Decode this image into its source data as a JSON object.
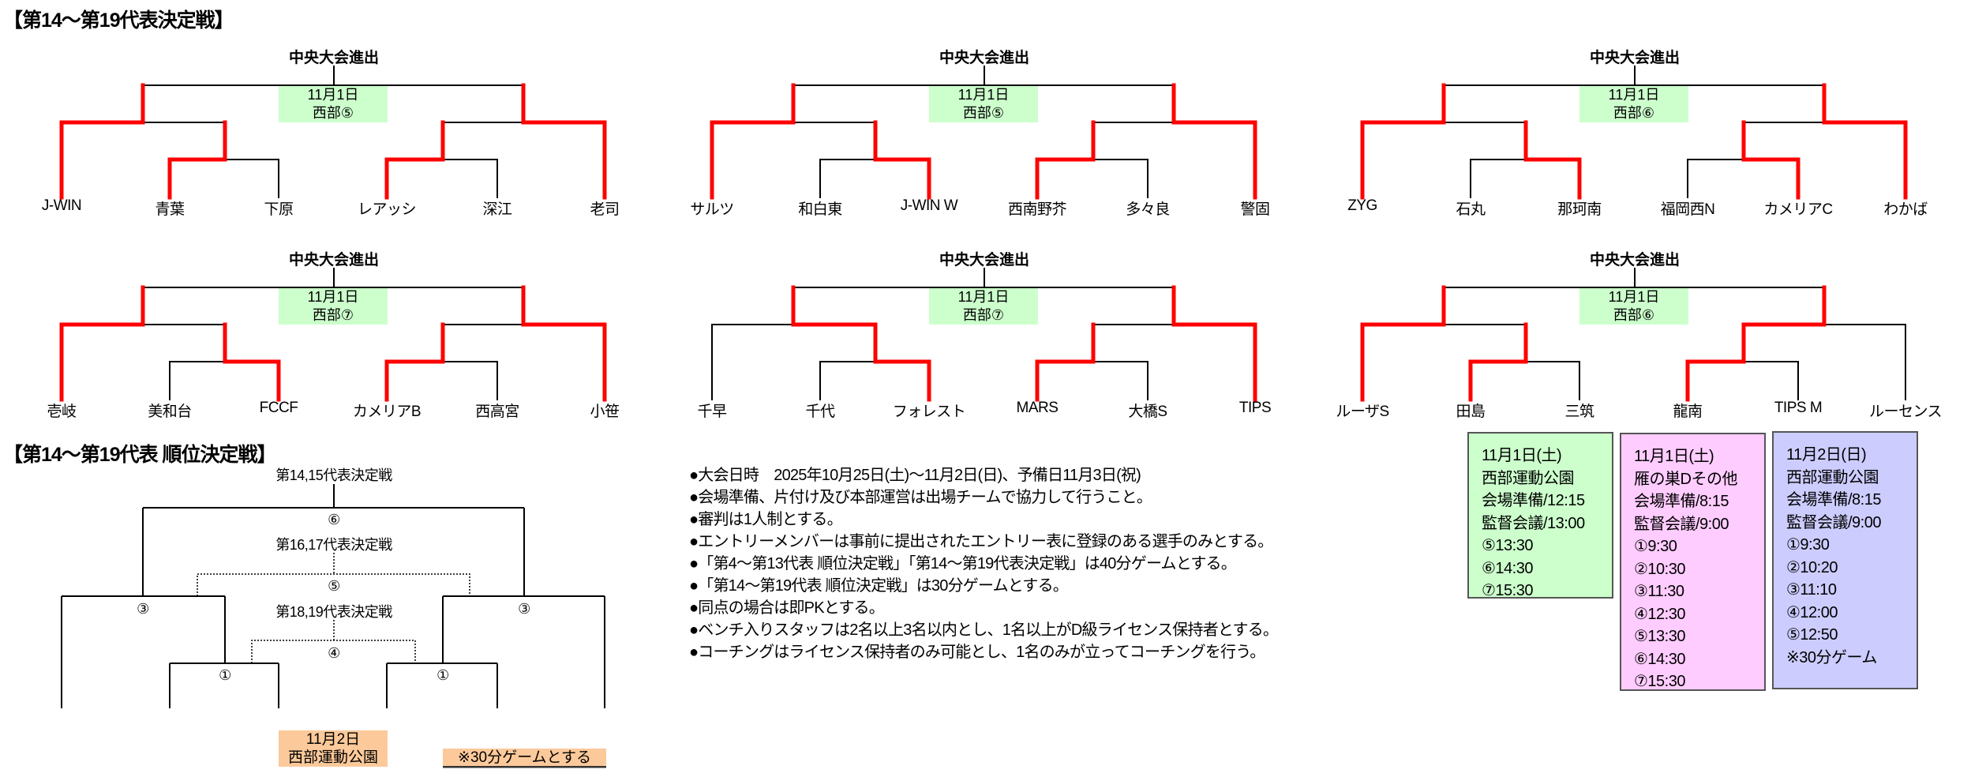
{
  "title_main": "【第14～第19代表決定戦】",
  "brackets": [
    {
      "advance_label": "中央大会進出",
      "box_date": "11月1日",
      "box_venue": "西部⑤",
      "teams": [
        "J-WIN",
        "青葉",
        "下原",
        "レアッシ",
        "深江",
        "老司"
      ],
      "pair_left_winner": "青葉",
      "semi_left_winner": "J-WIN",
      "pair_right_winner": "レアッシ",
      "semi_right_winner": "老司"
    },
    {
      "advance_label": "中央大会進出",
      "box_date": "11月1日",
      "box_venue": "西部⑤",
      "teams": [
        "サルツ",
        "和白東",
        "J-WIN W",
        "西南野芥",
        "多々良",
        "警固"
      ],
      "pair_left_winner": "J-WIN W",
      "semi_left_winner": "サルツ",
      "pair_right_winner": "西南野芥",
      "semi_right_winner": "警固"
    },
    {
      "advance_label": "中央大会進出",
      "box_date": "11月1日",
      "box_venue": "西部⑥",
      "teams": [
        "ZYG",
        "石丸",
        "那珂南",
        "福岡西N",
        "カメリアC",
        "わかば"
      ],
      "pair_left_winner": "那珂南",
      "semi_left_winner": "ZYG",
      "pair_right_winner": "カメリアC",
      "semi_right_winner": "わかば"
    },
    {
      "advance_label": "中央大会進出",
      "box_date": "11月1日",
      "box_venue": "西部⑦",
      "teams": [
        "壱岐",
        "美和台",
        "FCCF",
        "カメリアB",
        "西高宮",
        "小笹"
      ],
      "pair_left_winner": "FCCF",
      "semi_left_winner": "壱岐",
      "pair_right_winner": "カメリアB",
      "semi_right_winner": "小笹"
    },
    {
      "advance_label": "中央大会進出",
      "box_date": "11月1日",
      "box_venue": "西部⑦",
      "teams": [
        "千早",
        "千代",
        "フォレスト",
        "MARS",
        "大橋S",
        "TIPS"
      ],
      "pair_left_winner": "フォレスト",
      "semi_left_winner": "フォレスト",
      "pair_right_winner": "MARS",
      "semi_right_winner": "TIPS"
    },
    {
      "advance_label": "中央大会進出",
      "box_date": "11月1日",
      "box_venue": "西部⑥",
      "teams": [
        "ルーザS",
        "田島",
        "三筑",
        "龍南",
        "TIPS M",
        "ルーセンス"
      ],
      "pair_left_winner": "田島",
      "semi_left_winner": "ルーザS",
      "pair_right_winner": "龍南",
      "semi_right_winner": "龍南"
    }
  ],
  "ranking": {
    "title": "【第14～第19代表 順位決定戦】",
    "final_label": "第14,15代表決定戦",
    "final_match": "⑥",
    "mid_label": "第16,17代表決定戦",
    "mid_match": "⑤",
    "low_label": "第18,19代表決定戦",
    "low_match": "④",
    "left_semi_match": "③",
    "right_semi_match": "③",
    "left_first_match": "①",
    "right_first_match": "①",
    "date": "11月2日",
    "venue": "西部運動公園",
    "note": "※30分ゲームとする"
  },
  "notes": [
    "●大会日時　2025年10月25日(土)～11月2日(日)、予備日11月3日(祝)",
    "●会場準備、片付け及び本部運営は出場チームで協力して行うこと。",
    "●審判は1人制とする。",
    "●エントリーメンバーは事前に提出されたエントリー表に登録のある選手のみとする。",
    "●「第4～第13代表 順位決定戦」「第14～第19代表決定戦」は40分ゲームとする。",
    "●「第14～第19代表 順位決定戦」は30分ゲームとする。",
    "●同点の場合は即PKとする。",
    "●ベンチ入りスタッフは2名以上3名以内とし、1名以上がD級ライセンス保持者とする。",
    "●コーチングはライセンス保持者のみ可能とし、1名のみが立ってコーチングを行う。"
  ],
  "schedules": [
    {
      "color": "#ccffcc",
      "lines": [
        "11月1日(土)",
        "西部運動公園",
        "会場準備/12:15",
        "監督会議/13:00",
        "⑤13:30",
        "⑥14:30",
        "⑦15:30"
      ]
    },
    {
      "color": "#ffccff",
      "lines": [
        "11月1日(土)",
        "雁の巣Dその他",
        "会場準備/8:15",
        "監督会議/9:00",
        "①9:30",
        "②10:30",
        "③11:30",
        "④12:30",
        "⑤13:30",
        "⑥14:30",
        "⑦15:30"
      ]
    },
    {
      "color": "#ccccff",
      "lines": [
        "11月2日(日)",
        "西部運動公園",
        "会場準備/8:15",
        "監督会議/9:00",
        "①9:30",
        "②10:20",
        "③11:10",
        "④12:00",
        "⑤12:50",
        "※30分ゲーム"
      ]
    }
  ],
  "colors": {
    "win_line": "#ff0000",
    "line": "#000000",
    "box_green": "#ccffcc",
    "box_orange": "#fcc99a"
  }
}
